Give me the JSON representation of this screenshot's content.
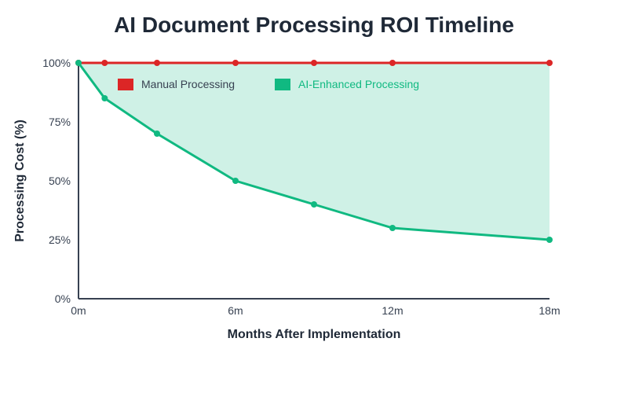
{
  "chart_data": {
    "type": "line",
    "title": "AI Document Processing ROI Timeline",
    "xlabel": "Months After Implementation",
    "ylabel": "Processing Cost (%)",
    "xlim": [
      0,
      18
    ],
    "ylim": [
      0,
      100
    ],
    "x_ticks": [
      0,
      6,
      12,
      18
    ],
    "x_tick_labels": [
      "0m",
      "6m",
      "12m",
      "18m"
    ],
    "y_ticks": [
      0,
      25,
      50,
      75,
      100
    ],
    "y_tick_labels": [
      "0%",
      "25%",
      "50%",
      "75%",
      "100%"
    ],
    "grid": false,
    "legend_position": "top-left",
    "x": [
      0,
      1,
      3,
      6,
      9,
      12,
      18
    ],
    "series": [
      {
        "name": "Manual Processing",
        "color": "#dc2626",
        "values": [
          100,
          100,
          100,
          100,
          100,
          100,
          100
        ]
      },
      {
        "name": "AI-Enhanced Processing",
        "color": "#10b981",
        "values": [
          100,
          85,
          70,
          50,
          40,
          30,
          25
        ]
      }
    ],
    "fill_between": {
      "color": "#10b981",
      "opacity": 0.2
    }
  }
}
